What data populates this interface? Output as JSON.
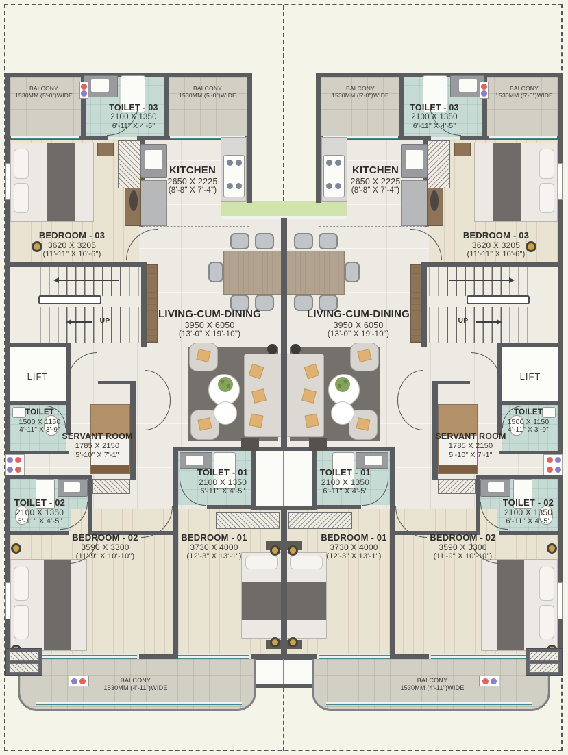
{
  "rooms": {
    "balcony_top": {
      "name": "BALCONY",
      "size": "1530MM (5'-0\")WIDE"
    },
    "balcony_bottom": {
      "name": "BALCONY",
      "size": "1530MM (4'-11\")WIDE"
    },
    "toilet_03": {
      "name": "TOILET - 03",
      "size_mm": "2100 X 1350",
      "size_ft": "6'-11\" X 4'-5\""
    },
    "kitchen": {
      "name": "KITCHEN",
      "size_mm": "2650 X 2225",
      "size_ft": "(8'-8\" X 7'-4\")"
    },
    "bedroom_03": {
      "name": "BEDROOM - 03",
      "size_mm": "3620 X 3205",
      "size_ft": "(11'-11\" X 10'-6\")"
    },
    "living": {
      "name": "LIVING-CUM-DINING",
      "size_mm": "3950 X 6050",
      "size_ft": "(13'-0\" X 19'-10\")"
    },
    "lift": {
      "name": "LIFT"
    },
    "stairs": {
      "direction": "UP"
    },
    "toilet": {
      "name": "TOILET",
      "size_mm": "1500 X 1150",
      "size_ft": "4'-11\" X 3'-9\""
    },
    "servant_room": {
      "name": "SERVANT ROOM",
      "size_mm": "1785 X 2150",
      "size_ft": "5'-10\" X 7'-1\""
    },
    "toilet_02": {
      "name": "TOILET - 02",
      "size_mm": "2100 X 1350",
      "size_ft": "6'-11\" X 4'-5\""
    },
    "toilet_01": {
      "name": "TOILET - 01",
      "size_mm": "2100 X 1350",
      "size_ft": "6'-11\" X 4'-5\""
    },
    "bedroom_02": {
      "name": "BEDROOM - 02",
      "size_mm": "3590 X 3300",
      "size_ft": "(11'-9\" X 10'-10\")"
    },
    "bedroom_01": {
      "name": "BEDROOM - 01",
      "size_mm": "3730 X 4000",
      "size_ft": "(12'-3\" X 13'-1\")"
    }
  },
  "colors": {
    "wall": "#5b5c60",
    "toilet_floor": "#c7dbd5",
    "wood_floor": "#e9e3d2",
    "balcony_floor": "#d2cfc5",
    "marble_floor": "#edeae3",
    "window_teal": "#3f8b8c",
    "planter_green": "#cfe3ab",
    "accent_gold": "#c9a24a",
    "dot_red": "#e2625e",
    "dot_purple": "#8b7ec5"
  }
}
